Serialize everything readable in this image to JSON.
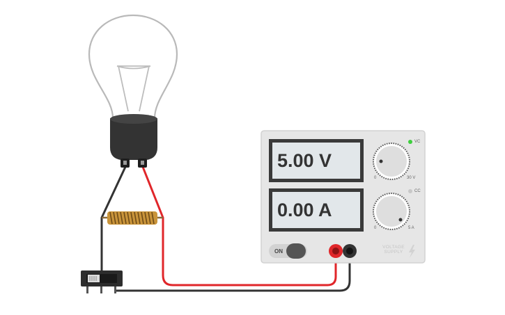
{
  "power_supply": {
    "voltage_display": "5.00 V",
    "current_display": "0.00 A",
    "voltage_knob_min": "0",
    "voltage_knob_max": "30 V",
    "current_knob_min": "0",
    "current_knob_max": "5 A",
    "vc_indicator_label": "VC",
    "cc_indicator_label": "CC",
    "vc_indicator_active": true,
    "cc_indicator_active": false,
    "power_switch_label": "ON",
    "brand_line1": "VOLTAGE",
    "brand_line2": "SUPPLY"
  },
  "components": {
    "bulb": "light-bulb",
    "inductor": "inductor-coil",
    "switch": "slide-switch",
    "supply": "dc-power-supply"
  },
  "colors": {
    "positive_wire": "#e0262a",
    "negative_wire": "#333333",
    "vc_led_on": "#3ecf3e",
    "cc_led_off": "#c8c8c8",
    "coil": "#c9943a"
  }
}
